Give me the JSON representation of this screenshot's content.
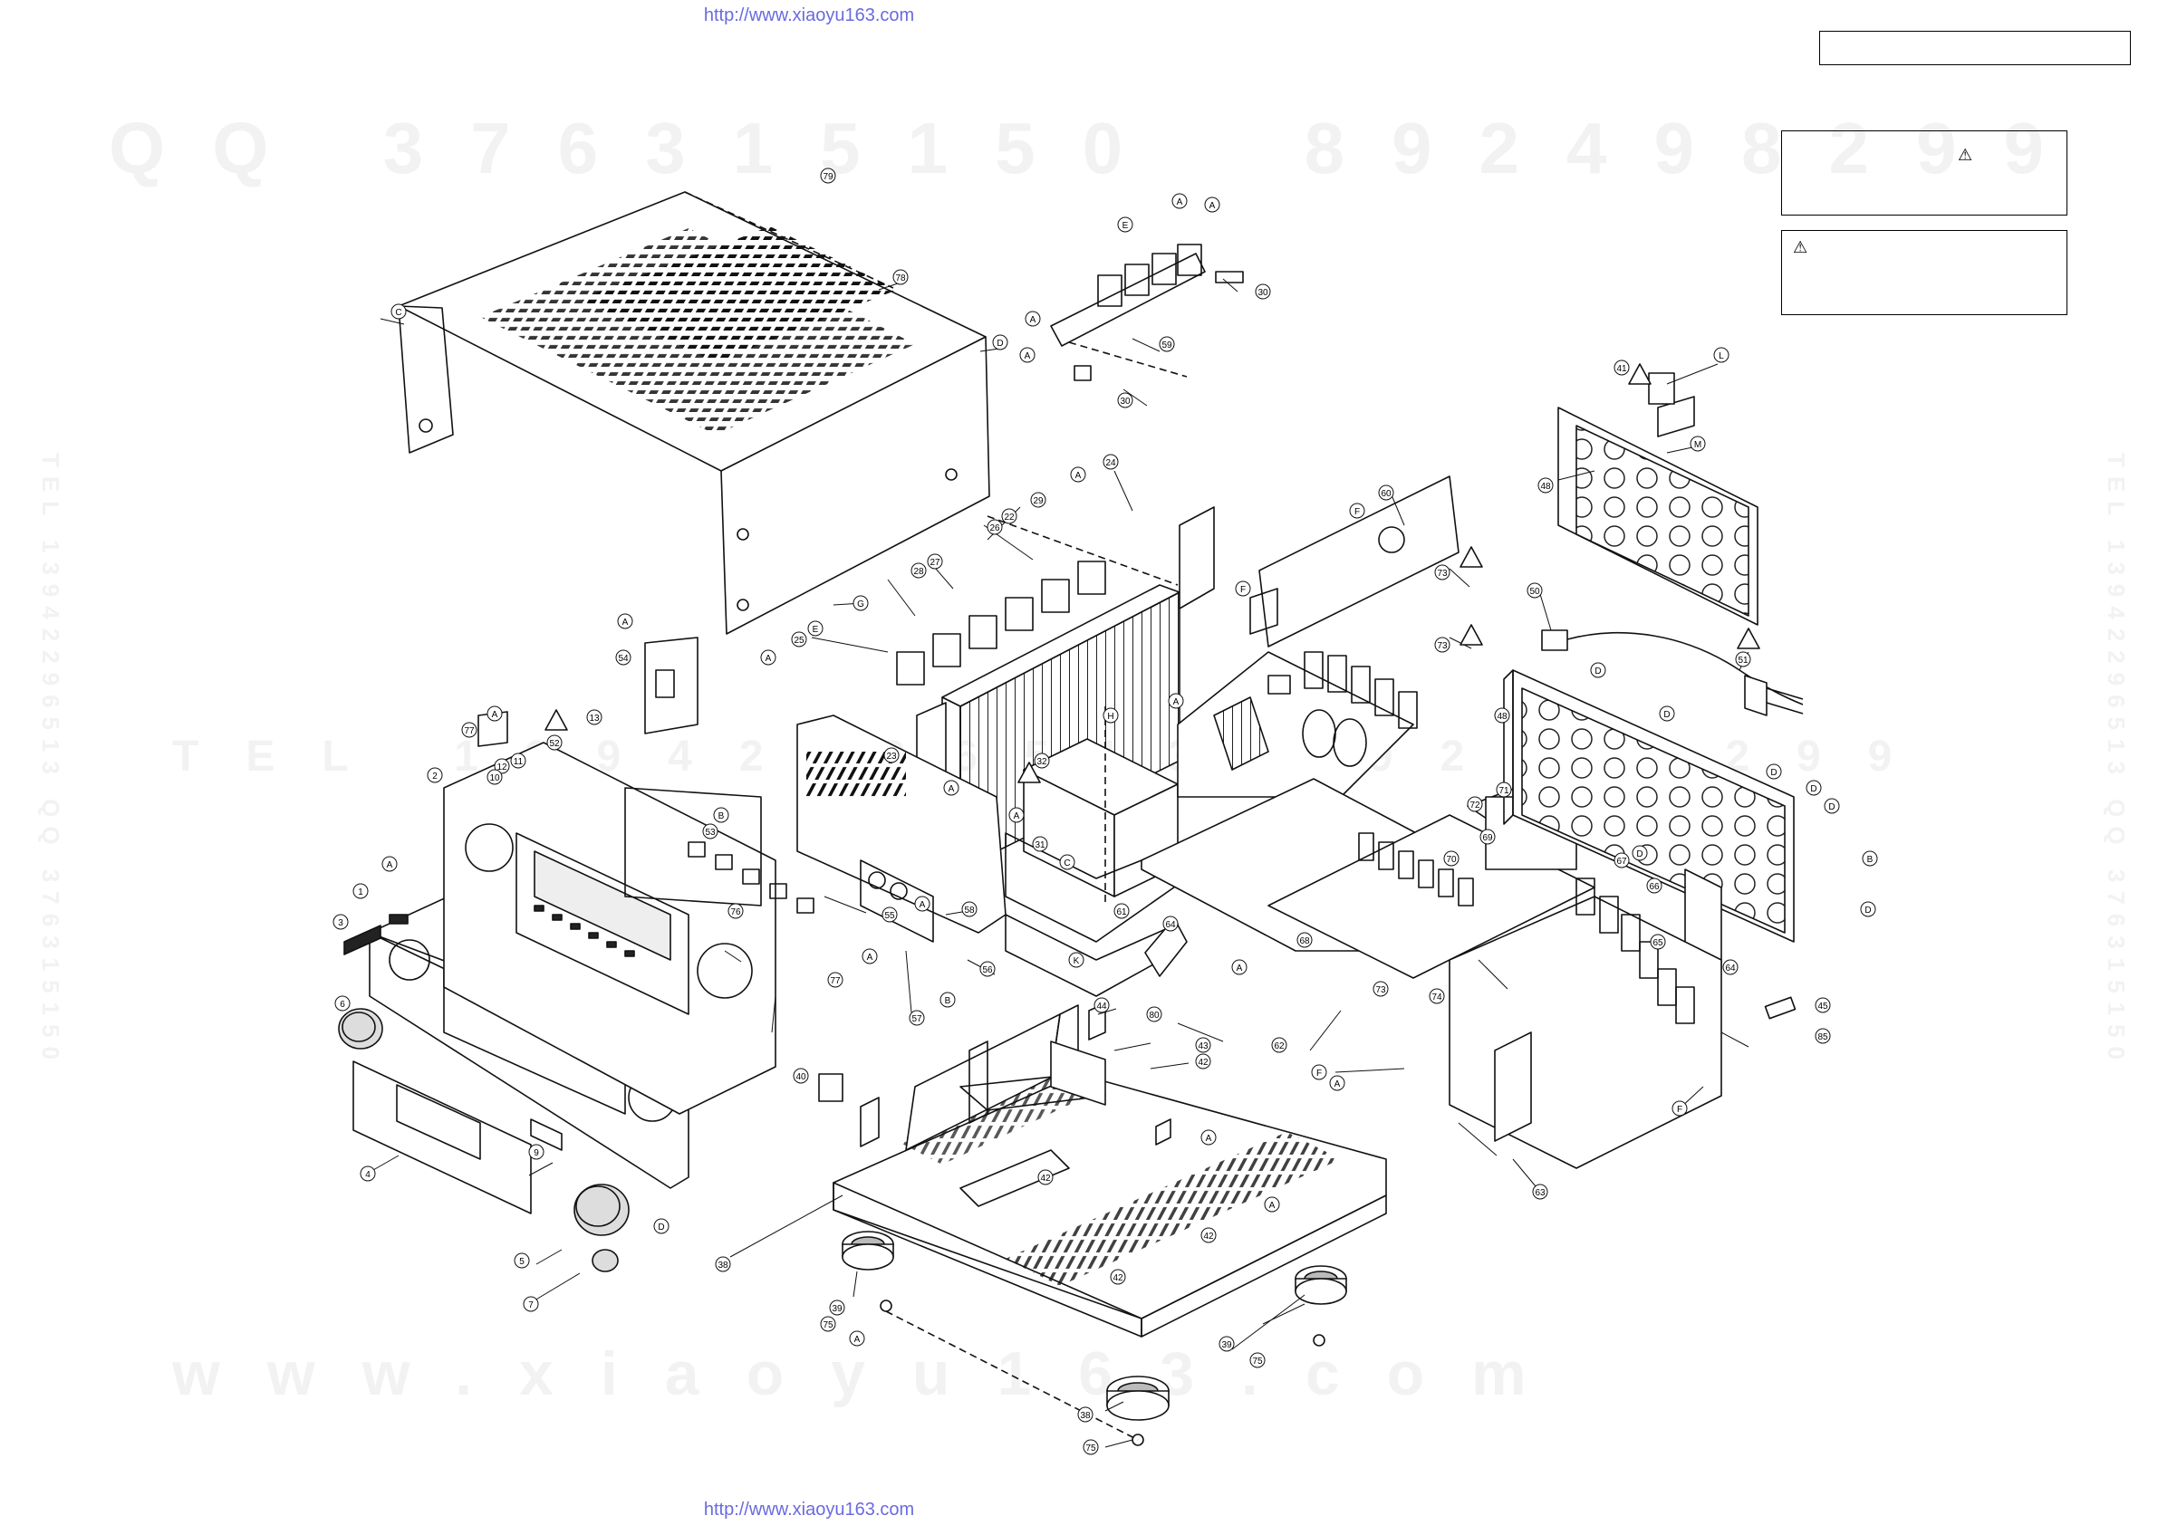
{
  "header": {
    "url_top": "http://www.xiaoyu163.com",
    "url_bottom": "http://www.xiaoyu163.com"
  },
  "warning_symbol": "⚠",
  "watermarks": {
    "qq": "QQ 376315150  892498299",
    "tel": "TEL 13942296513 892498299",
    "www": "www.xiaoyu163.com",
    "side": "TEL 13942296513 QQ 376315150"
  },
  "callouts": [
    {
      "id": "c79",
      "label": "79"
    },
    {
      "id": "c78",
      "label": "78"
    },
    {
      "id": "cC1",
      "label": "C"
    },
    {
      "id": "cD1",
      "label": "D"
    },
    {
      "id": "cE1",
      "label": "E"
    },
    {
      "id": "cA1",
      "label": "A"
    },
    {
      "id": "cA2",
      "label": "A"
    },
    {
      "id": "c30a",
      "label": "30"
    },
    {
      "id": "c59",
      "label": "59"
    },
    {
      "id": "cA3",
      "label": "A"
    },
    {
      "id": "cA4",
      "label": "A"
    },
    {
      "id": "c30b",
      "label": "30"
    },
    {
      "id": "c24",
      "label": "24"
    },
    {
      "id": "cA5",
      "label": "A"
    },
    {
      "id": "c29",
      "label": "29"
    },
    {
      "id": "c26",
      "label": "26"
    },
    {
      "id": "c22",
      "label": "22"
    },
    {
      "id": "c28",
      "label": "28"
    },
    {
      "id": "c27",
      "label": "27"
    },
    {
      "id": "cG1",
      "label": "G"
    },
    {
      "id": "cE2",
      "label": "E"
    },
    {
      "id": "c25",
      "label": "25"
    },
    {
      "id": "cA6",
      "label": "A"
    },
    {
      "id": "c60",
      "label": "60"
    },
    {
      "id": "cF1",
      "label": "F"
    },
    {
      "id": "cF2",
      "label": "F"
    },
    {
      "id": "c41",
      "label": "41"
    },
    {
      "id": "cL1",
      "label": "L"
    },
    {
      "id": "cM1",
      "label": "M"
    },
    {
      "id": "c48a",
      "label": "48"
    },
    {
      "id": "c73a",
      "label": "73"
    },
    {
      "id": "c73b",
      "label": "73"
    },
    {
      "id": "c50",
      "label": "50"
    },
    {
      "id": "c51",
      "label": "51"
    },
    {
      "id": "cA7",
      "label": "A"
    },
    {
      "id": "c54",
      "label": "54"
    },
    {
      "id": "c77a",
      "label": "77"
    },
    {
      "id": "cA8",
      "label": "A"
    },
    {
      "id": "c13",
      "label": "13"
    },
    {
      "id": "c52",
      "label": "52"
    },
    {
      "id": "c2",
      "label": "2"
    },
    {
      "id": "c11",
      "label": "11"
    },
    {
      "id": "c12",
      "label": "12"
    },
    {
      "id": "c10",
      "label": "10"
    },
    {
      "id": "cB1",
      "label": "B"
    },
    {
      "id": "c53",
      "label": "53"
    },
    {
      "id": "c23",
      "label": "23"
    },
    {
      "id": "cA9",
      "label": "A"
    },
    {
      "id": "cH1",
      "label": "H"
    },
    {
      "id": "c32",
      "label": "32"
    },
    {
      "id": "cA10",
      "label": "A"
    },
    {
      "id": "c31",
      "label": "31"
    },
    {
      "id": "cC2",
      "label": "C"
    },
    {
      "id": "cA11",
      "label": "A"
    },
    {
      "id": "cD2",
      "label": "D"
    },
    {
      "id": "cD3",
      "label": "D"
    },
    {
      "id": "cD4",
      "label": "D"
    },
    {
      "id": "cD5",
      "label": "D"
    },
    {
      "id": "cD6",
      "label": "D"
    },
    {
      "id": "cD7",
      "label": "D"
    },
    {
      "id": "cB2",
      "label": "B"
    },
    {
      "id": "cD8",
      "label": "D"
    },
    {
      "id": "c48b",
      "label": "48"
    },
    {
      "id": "c72",
      "label": "72"
    },
    {
      "id": "c71",
      "label": "71"
    },
    {
      "id": "c69",
      "label": "69"
    },
    {
      "id": "c70",
      "label": "70"
    },
    {
      "id": "cA12",
      "label": "A"
    },
    {
      "id": "c1",
      "label": "1"
    },
    {
      "id": "c3",
      "label": "3"
    },
    {
      "id": "c6",
      "label": "6"
    },
    {
      "id": "c76",
      "label": "76"
    },
    {
      "id": "cA13",
      "label": "A"
    },
    {
      "id": "c55",
      "label": "55"
    },
    {
      "id": "c58",
      "label": "58"
    },
    {
      "id": "c56",
      "label": "56"
    },
    {
      "id": "cA14",
      "label": "A"
    },
    {
      "id": "c77b",
      "label": "77"
    },
    {
      "id": "cB3",
      "label": "B"
    },
    {
      "id": "c57",
      "label": "57"
    },
    {
      "id": "c61",
      "label": "61"
    },
    {
      "id": "c64a",
      "label": "64"
    },
    {
      "id": "cK1",
      "label": "K"
    },
    {
      "id": "c68",
      "label": "68"
    },
    {
      "id": "cA15",
      "label": "A"
    },
    {
      "id": "c67",
      "label": "67"
    },
    {
      "id": "c66",
      "label": "66"
    },
    {
      "id": "c65",
      "label": "65"
    },
    {
      "id": "c64b",
      "label": "64"
    },
    {
      "id": "c45",
      "label": "45"
    },
    {
      "id": "c85",
      "label": "85"
    },
    {
      "id": "c73c",
      "label": "73"
    },
    {
      "id": "c74",
      "label": "74"
    },
    {
      "id": "c44",
      "label": "44"
    },
    {
      "id": "c80",
      "label": "80"
    },
    {
      "id": "c43",
      "label": "43"
    },
    {
      "id": "c62",
      "label": "62"
    },
    {
      "id": "cF3",
      "label": "F"
    },
    {
      "id": "cA16",
      "label": "A"
    },
    {
      "id": "cF4",
      "label": "F"
    },
    {
      "id": "c40",
      "label": "40"
    },
    {
      "id": "c42a",
      "label": "42"
    },
    {
      "id": "c9",
      "label": "9"
    },
    {
      "id": "c4",
      "label": "4"
    },
    {
      "id": "cD9",
      "label": "D"
    },
    {
      "id": "c5",
      "label": "5"
    },
    {
      "id": "c7",
      "label": "7"
    },
    {
      "id": "c38a",
      "label": "38"
    },
    {
      "id": "c42b",
      "label": "42"
    },
    {
      "id": "cA17",
      "label": "A"
    },
    {
      "id": "c42c",
      "label": "42"
    },
    {
      "id": "c42d",
      "label": "42"
    },
    {
      "id": "cA18",
      "label": "A"
    },
    {
      "id": "c63",
      "label": "63"
    },
    {
      "id": "c39a",
      "label": "39"
    },
    {
      "id": "c75a",
      "label": "75"
    },
    {
      "id": "cA19",
      "label": "A"
    },
    {
      "id": "c39b",
      "label": "39"
    },
    {
      "id": "c75b",
      "label": "75"
    },
    {
      "id": "c38b",
      "label": "38"
    },
    {
      "id": "c75c",
      "label": "75"
    }
  ]
}
